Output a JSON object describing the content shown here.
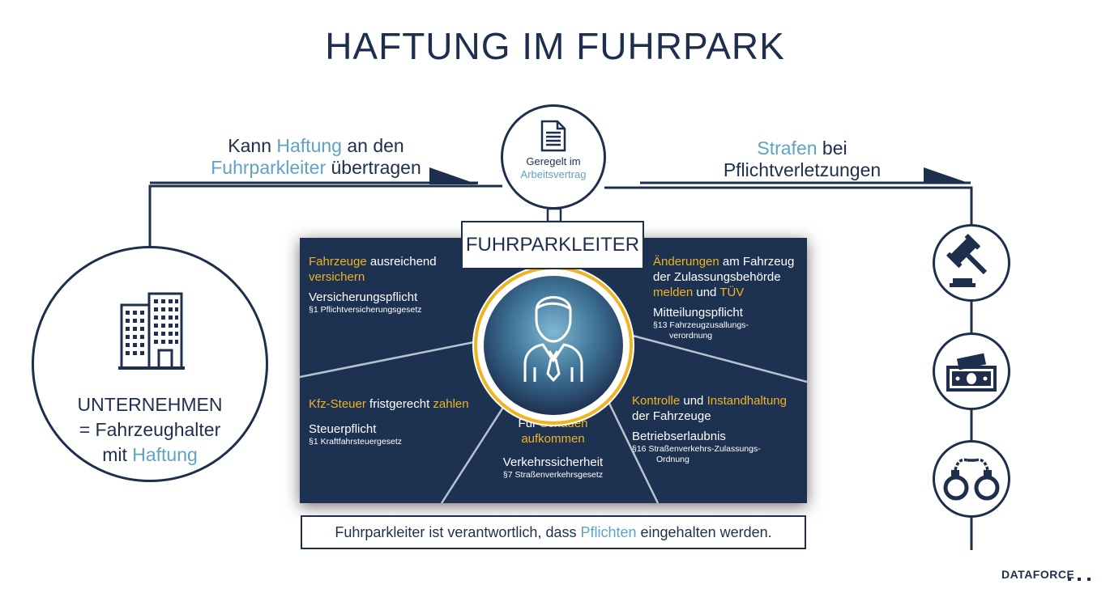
{
  "title": "HAFTUNG IM FUHRPARK",
  "left_arrow": {
    "line1": {
      "a": "Kann ",
      "b": "Haftung",
      "c": " an den"
    },
    "line2": {
      "a": "Fuhrparkleiter",
      "b": " übertragen"
    }
  },
  "right_arrow": {
    "line1": {
      "a": "Strafen",
      "b": " bei"
    },
    "line2": "Pflichtverletzungen"
  },
  "top_circle": {
    "line1": "Geregelt im",
    "line2": "Arbeitsvertrag",
    "icon": "document-icon"
  },
  "company": {
    "line1": "UNTERNEHMEN",
    "line2": "= Fahrzeughalter",
    "line3": {
      "a": "mit ",
      "b": "Haftung"
    },
    "icon": "building-icon"
  },
  "center_label": "FUHRPARKLEITER",
  "segments": {
    "top_left": {
      "head": {
        "a": "Fahrzeuge",
        "b": " ausreichend",
        "c": "versichern"
      },
      "main": "Versicherungspflicht",
      "law": "§1 Pflichtversicherungsgesetz"
    },
    "top_right": {
      "head": {
        "a": "Änderungen",
        "b": " am Fahrzeug",
        "c": "der Zulassungsbehörde",
        "d": "melden",
        "e": " und ",
        "f": "TÜV"
      },
      "main": "Mitteilungspflicht",
      "law1": "§13 Fahrzeugzusallungs-",
      "law2": "verordnung"
    },
    "bottom_left": {
      "head": {
        "a": "Kfz-Steuer",
        "b": " fristgerecht ",
        "c": "zahlen"
      },
      "main": "Steuerpflicht",
      "law": "§1 Kraftfahrsteuergesetz"
    },
    "bottom_center": {
      "head": {
        "a": "Für ",
        "b": "Schäden",
        "c": "aufkommen"
      },
      "main": "Verkehrssicherheit",
      "law": "§7 Straßenverkehrsgesetz"
    },
    "bottom_right": {
      "head": {
        "a": "Kontrolle",
        "b": " und ",
        "c": "Instandhaltung",
        "d": "der Fahrzeuge"
      },
      "main": "Betriebserlaubnis",
      "law1": "§16 Straßenverkehrs-Zulassungs-",
      "law2": "Ordnung"
    }
  },
  "bottom_note": {
    "a": "Fuhrparkleiter ist verantwortlich, dass ",
    "b": "Pflichten",
    "c": " eingehalten werden."
  },
  "penalty_icons": [
    "gavel-icon",
    "money-icon",
    "handcuffs-icon"
  ],
  "logo": "DATAFORCE",
  "colors": {
    "navy": "#1e2f4d",
    "panel": "#1d3151",
    "accent_blue": "#5fa3c4",
    "accent_yellow": "#f0b323"
  }
}
